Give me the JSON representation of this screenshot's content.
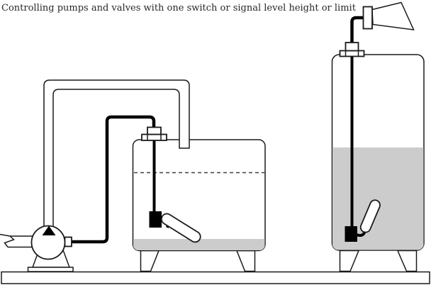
{
  "title": "Controlling pumps and valves with one switch or signal level height or limit",
  "colors": {
    "line": "#1a1a1a",
    "cable": "#000000",
    "liquid_gray": "#cccccc",
    "dashed_level": "#3f3f3f",
    "background": "#ffffff",
    "fill_white": "#ffffff"
  },
  "components": {
    "pump": "centrifugal-pump",
    "suction_pipe": "suction-pipe-with-break-symbol",
    "discharge_pipe": "discharge-pipe-to-left-tank",
    "tank_left": "tank-low-level",
    "tank_right": "tank-high-level",
    "float_switch_left": "tilt-float-switch-hanging",
    "float_switch_right": "tilt-float-switch-floating",
    "signal_cable_pump": "switch-to-pump-signal-cable",
    "signal_cable_horn": "switch-to-horn-signal-cable",
    "horn": "alarm-horn",
    "max_level_line": "maximum-level-dashed-line",
    "ground": "floor-base"
  }
}
